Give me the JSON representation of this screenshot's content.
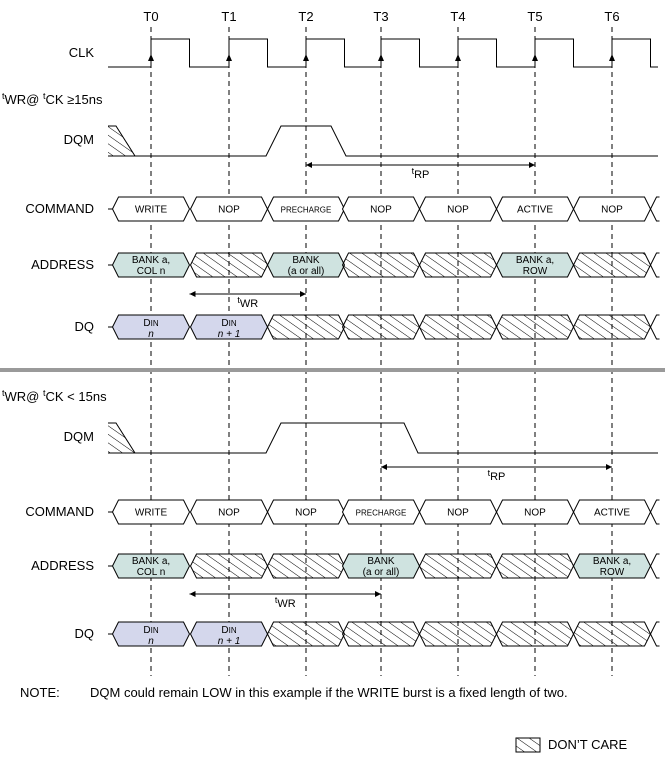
{
  "clock_labels": [
    "T0",
    "T1",
    "T2",
    "T3",
    "T4",
    "T5",
    "T6"
  ],
  "clk_label": "CLK",
  "sections": [
    {
      "condition": {
        "pre": "t",
        "a": "WR@ ",
        "b": "t",
        "c": "CK ≥15ns"
      },
      "dqm_label": "DQM",
      "command_label": "COMMAND",
      "address_label": "ADDRESS",
      "dq_label": "DQ",
      "commands": [
        "WRITE",
        "NOP",
        "PRECHARGE",
        "NOP",
        "NOP",
        "ACTIVE",
        "NOP"
      ],
      "addresses": [
        {
          "line1": "BANK a,",
          "line2": "COL n",
          "filled": true
        },
        {
          "filled": false
        },
        {
          "line1": "BANK",
          "line2": "(a or all)",
          "filled": true
        },
        {
          "filled": false
        },
        {
          "filled": false
        },
        {
          "line1": "BANK a,",
          "line2": "ROW",
          "filled": true
        },
        {
          "filled": false
        }
      ],
      "dq": [
        {
          "line1": "DIN",
          "line2": "n",
          "filled": true
        },
        {
          "line1": "DIN",
          "line2": "n + 1",
          "filled": true
        },
        {
          "filled": false
        },
        {
          "filled": false
        },
        {
          "filled": false
        },
        {
          "filled": false
        },
        {
          "filled": false
        }
      ],
      "twr": {
        "t": "t",
        "sub": "WR"
      },
      "trp": {
        "t": "t",
        "sub": "RP"
      }
    },
    {
      "condition": {
        "pre": "t",
        "a": "WR@ ",
        "b": "t",
        "c": "CK < 15ns"
      },
      "dqm_label": "DQM",
      "command_label": "COMMAND",
      "address_label": "ADDRESS",
      "dq_label": "DQ",
      "commands": [
        "WRITE",
        "NOP",
        "NOP",
        "PRECHARGE",
        "NOP",
        "NOP",
        "ACTIVE"
      ],
      "addresses": [
        {
          "line1": "BANK a,",
          "line2": "COL n",
          "filled": true
        },
        {
          "filled": false
        },
        {
          "filled": false
        },
        {
          "line1": "BANK",
          "line2": "(a or all)",
          "filled": true
        },
        {
          "filled": false
        },
        {
          "filled": false
        },
        {
          "line1": "BANK a,",
          "line2": "ROW",
          "filled": true
        }
      ],
      "dq": [
        {
          "line1": "DIN",
          "line2": "n",
          "filled": true
        },
        {
          "line1": "DIN",
          "line2": "n + 1",
          "filled": true
        },
        {
          "filled": false
        },
        {
          "filled": false
        },
        {
          "filled": false
        },
        {
          "filled": false
        },
        {
          "filled": false
        }
      ],
      "twr": {
        "t": "t",
        "sub": "WR"
      },
      "trp": {
        "t": "t",
        "sub": "RP"
      }
    }
  ],
  "note": {
    "label": "NOTE:",
    "text": "DQM could remain LOW in this example if the WRITE burst is a fixed length of two."
  },
  "legend": {
    "label": "DON’T CARE"
  },
  "colors": {
    "valid_fill": "#cfe3e0",
    "din_fill": "#d4d7ec",
    "line": "#000000",
    "divider": "#9a9a9a"
  }
}
